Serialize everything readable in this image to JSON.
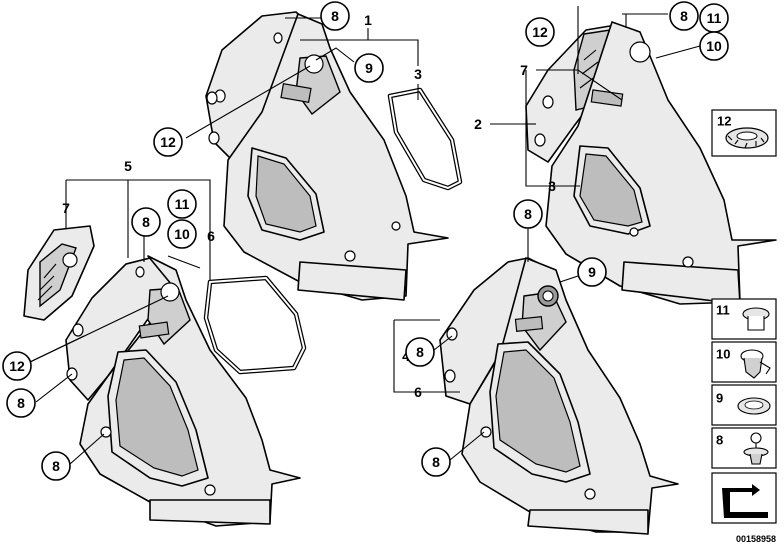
{
  "callouts": {
    "a8": "8",
    "a9": "9",
    "a12": "12",
    "b8a": "8",
    "b11": "11",
    "b10": "10",
    "b12": "12",
    "b8b": "8",
    "b8c": "8",
    "c12": "12",
    "c8": "8",
    "c11": "11",
    "c10": "10",
    "d8a": "8",
    "d9": "9",
    "d8b": "8",
    "d8c": "8"
  },
  "labels": {
    "a1": "1",
    "a3": "3",
    "b5": "5",
    "b7": "7",
    "b6": "6",
    "c7": "7",
    "c2": "2",
    "c3": "3",
    "d4": "4",
    "d6": "6"
  },
  "legend": {
    "clip_label": "12",
    "items": [
      {
        "num": "11",
        "icon": "expanding-rivet-icon"
      },
      {
        "num": "10",
        "icon": "clip-nut-icon"
      },
      {
        "num": "9",
        "icon": "cover-cap-icon"
      },
      {
        "num": "8",
        "icon": "push-button-fastener-icon"
      }
    ]
  },
  "diagram_code": "00158958"
}
